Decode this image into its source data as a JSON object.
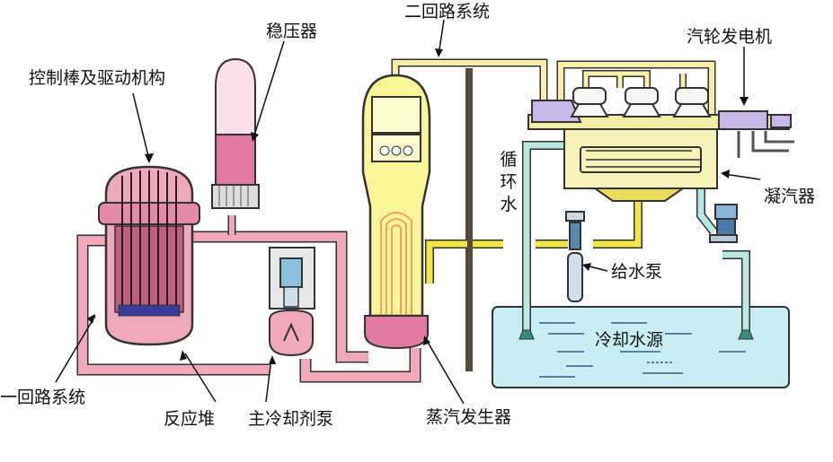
{
  "labels": {
    "control_rods": "控制棒及驱动机构",
    "pressurizer": "稳压器",
    "secondary_loop": "二回路系统",
    "turbine_generator": "汽轮发电机",
    "circulating_water": "循环水",
    "condenser": "凝汽器",
    "feedwater_pump": "给水泵",
    "cooling_source": "冷却水源",
    "primary_loop": "一回路系统",
    "reactor": "反应堆",
    "main_coolant_pump": "主冷却剂泵",
    "steam_generator": "蒸汽发生器"
  },
  "colors": {
    "primary_coolant": "#f0a8bc",
    "primary_coolant_dark": "#a83864",
    "secondary_pipe": "#f6f0a8",
    "steam_generator_fill": "#fbf59a",
    "condenser_fill": "#f7f3b8",
    "cooling_water": "#c8eef4",
    "cooling_pipe": "#b8e8e0",
    "feedwater_pipe": "#f4e64a",
    "outline": "#333333",
    "post": "#5a4a3a"
  }
}
